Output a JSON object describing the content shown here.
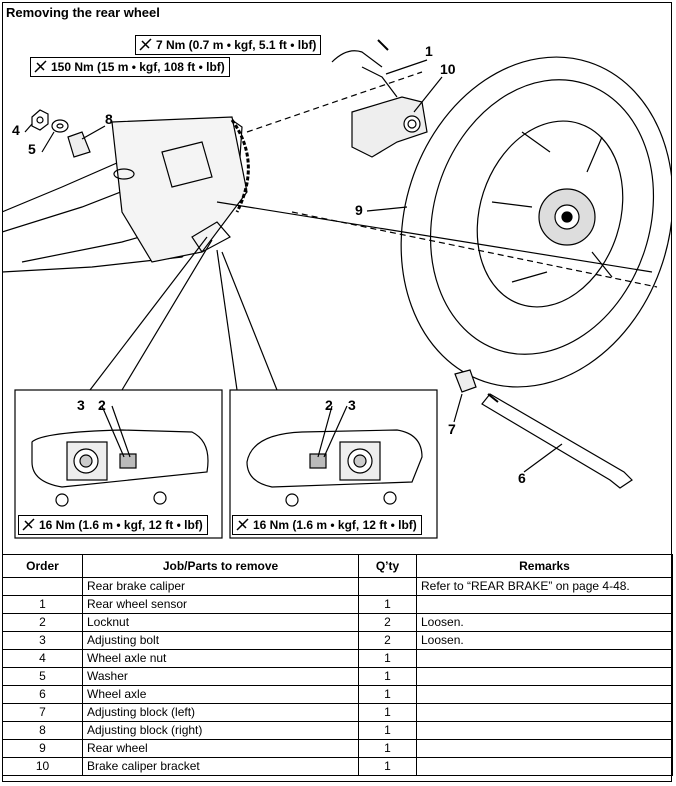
{
  "title": "Removing the rear wheel",
  "torque": {
    "t7": "7 Nm (0.7 m • kgf, 5.1 ft • lbf)",
    "t150": "150 Nm (15 m • kgf, 108 ft • lbf)",
    "t16_left": "16 Nm (1.6 m • kgf, 12 ft • lbf)",
    "t16_right": "16 Nm (1.6 m • kgf, 12 ft • lbf)"
  },
  "callouts": {
    "c1": "1",
    "c10": "10",
    "c4": "4",
    "c5": "5",
    "c8": "8",
    "c9": "9",
    "c7": "7",
    "c6": "6",
    "l3": "3",
    "l2": "2",
    "r2": "2",
    "r3": "3"
  },
  "table": {
    "headers": [
      "Order",
      "Job/Parts to remove",
      "Q’ty",
      "Remarks"
    ],
    "rows": [
      {
        "order": "",
        "job": "Rear brake caliper",
        "qty": "",
        "remarks": "Refer to “REAR BRAKE” on page 4-48."
      },
      {
        "order": "1",
        "job": "Rear wheel sensor",
        "qty": "1",
        "remarks": ""
      },
      {
        "order": "2",
        "job": "Locknut",
        "qty": "2",
        "remarks": "Loosen."
      },
      {
        "order": "3",
        "job": "Adjusting bolt",
        "qty": "2",
        "remarks": "Loosen."
      },
      {
        "order": "4",
        "job": "Wheel axle nut",
        "qty": "1",
        "remarks": ""
      },
      {
        "order": "5",
        "job": "Washer",
        "qty": "1",
        "remarks": ""
      },
      {
        "order": "6",
        "job": "Wheel axle",
        "qty": "1",
        "remarks": ""
      },
      {
        "order": "7",
        "job": "Adjusting block (left)",
        "qty": "1",
        "remarks": ""
      },
      {
        "order": "8",
        "job": "Adjusting block (right)",
        "qty": "1",
        "remarks": ""
      },
      {
        "order": "9",
        "job": "Rear wheel",
        "qty": "1",
        "remarks": ""
      },
      {
        "order": "10",
        "job": "Brake caliper bracket",
        "qty": "1",
        "remarks": ""
      }
    ]
  }
}
